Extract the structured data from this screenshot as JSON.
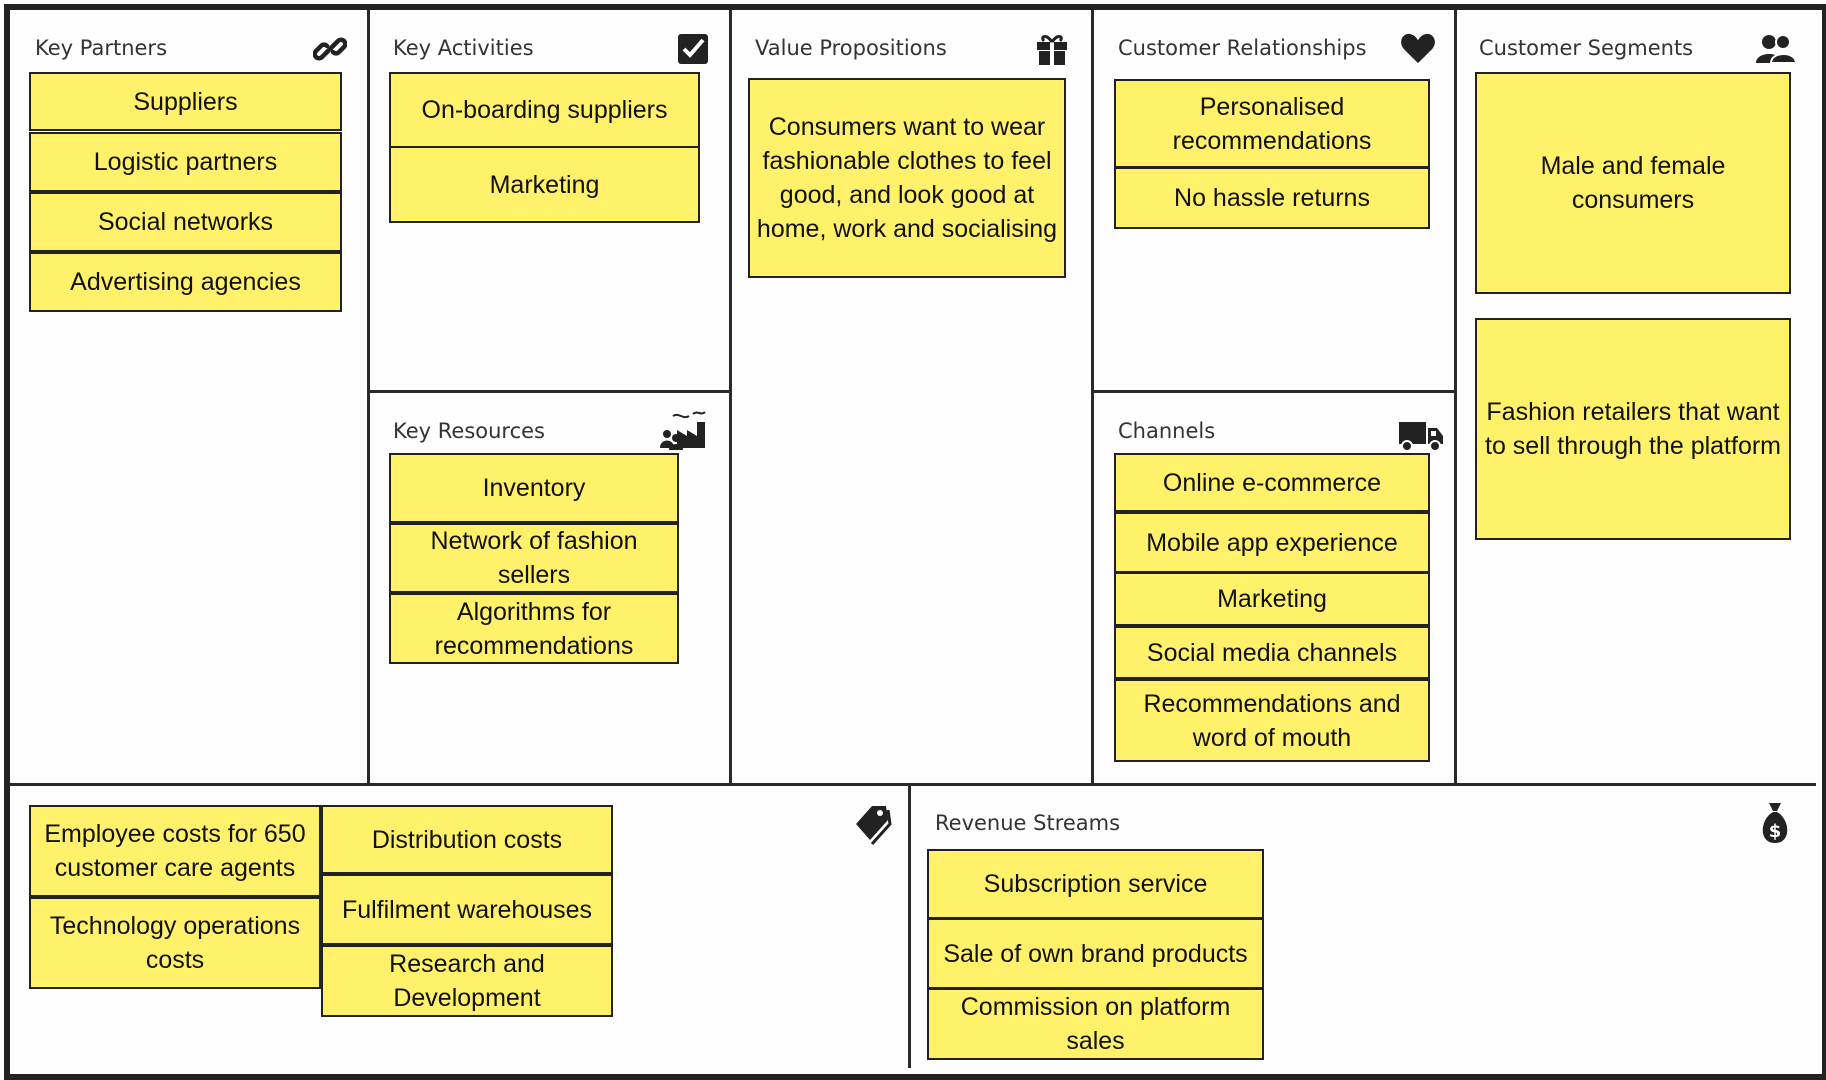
{
  "canvas": {
    "key_partners": {
      "title": "Key Partners",
      "icon": "link-icon",
      "notes": [
        "Suppliers",
        "Logistic partners",
        "Social networks",
        "Advertising agencies"
      ]
    },
    "key_activities": {
      "title": "Key Activities",
      "icon": "checkbox-icon",
      "notes": [
        "On-boarding suppliers",
        "Marketing"
      ]
    },
    "key_resources": {
      "title": "Key Resources",
      "icon": "factory-icon",
      "notes": [
        "Inventory",
        "Network of fashion sellers",
        "Algorithms for recommendations"
      ]
    },
    "value_propositions": {
      "title": "Value Propositions",
      "icon": "gift-icon",
      "notes": [
        "Consumers want to wear fashionable clothes to feel good, and look good at home, work and socialising"
      ]
    },
    "customer_relationships": {
      "title": "Customer Relationships",
      "icon": "heart-icon",
      "notes": [
        "Personalised recommendations",
        "No hassle returns"
      ]
    },
    "channels": {
      "title": "Channels",
      "icon": "truck-icon",
      "notes": [
        "Online e-commerce",
        "Mobile app experience",
        "Marketing",
        "Social media channels",
        "Recommendations and word of mouth"
      ]
    },
    "customer_segments": {
      "title": "Customer Segments",
      "icon": "users-icon",
      "notes": [
        "Male and female consumers",
        "Fashion retailers that want to sell through the platform"
      ]
    },
    "cost_structure": {
      "icon": "tag-icon",
      "notes": [
        "Employee costs for 650 customer care agents",
        "Technology operations costs",
        "Distribution costs",
        "Fulfilment warehouses",
        "Research and Development"
      ]
    },
    "revenue_streams": {
      "title": "Revenue Streams",
      "icon": "money-bag-icon",
      "notes": [
        "Subscription service",
        "Sale of own brand products",
        "Commission on platform sales"
      ]
    }
  },
  "colors": {
    "note": "#fff16a",
    "border": "#222222"
  }
}
